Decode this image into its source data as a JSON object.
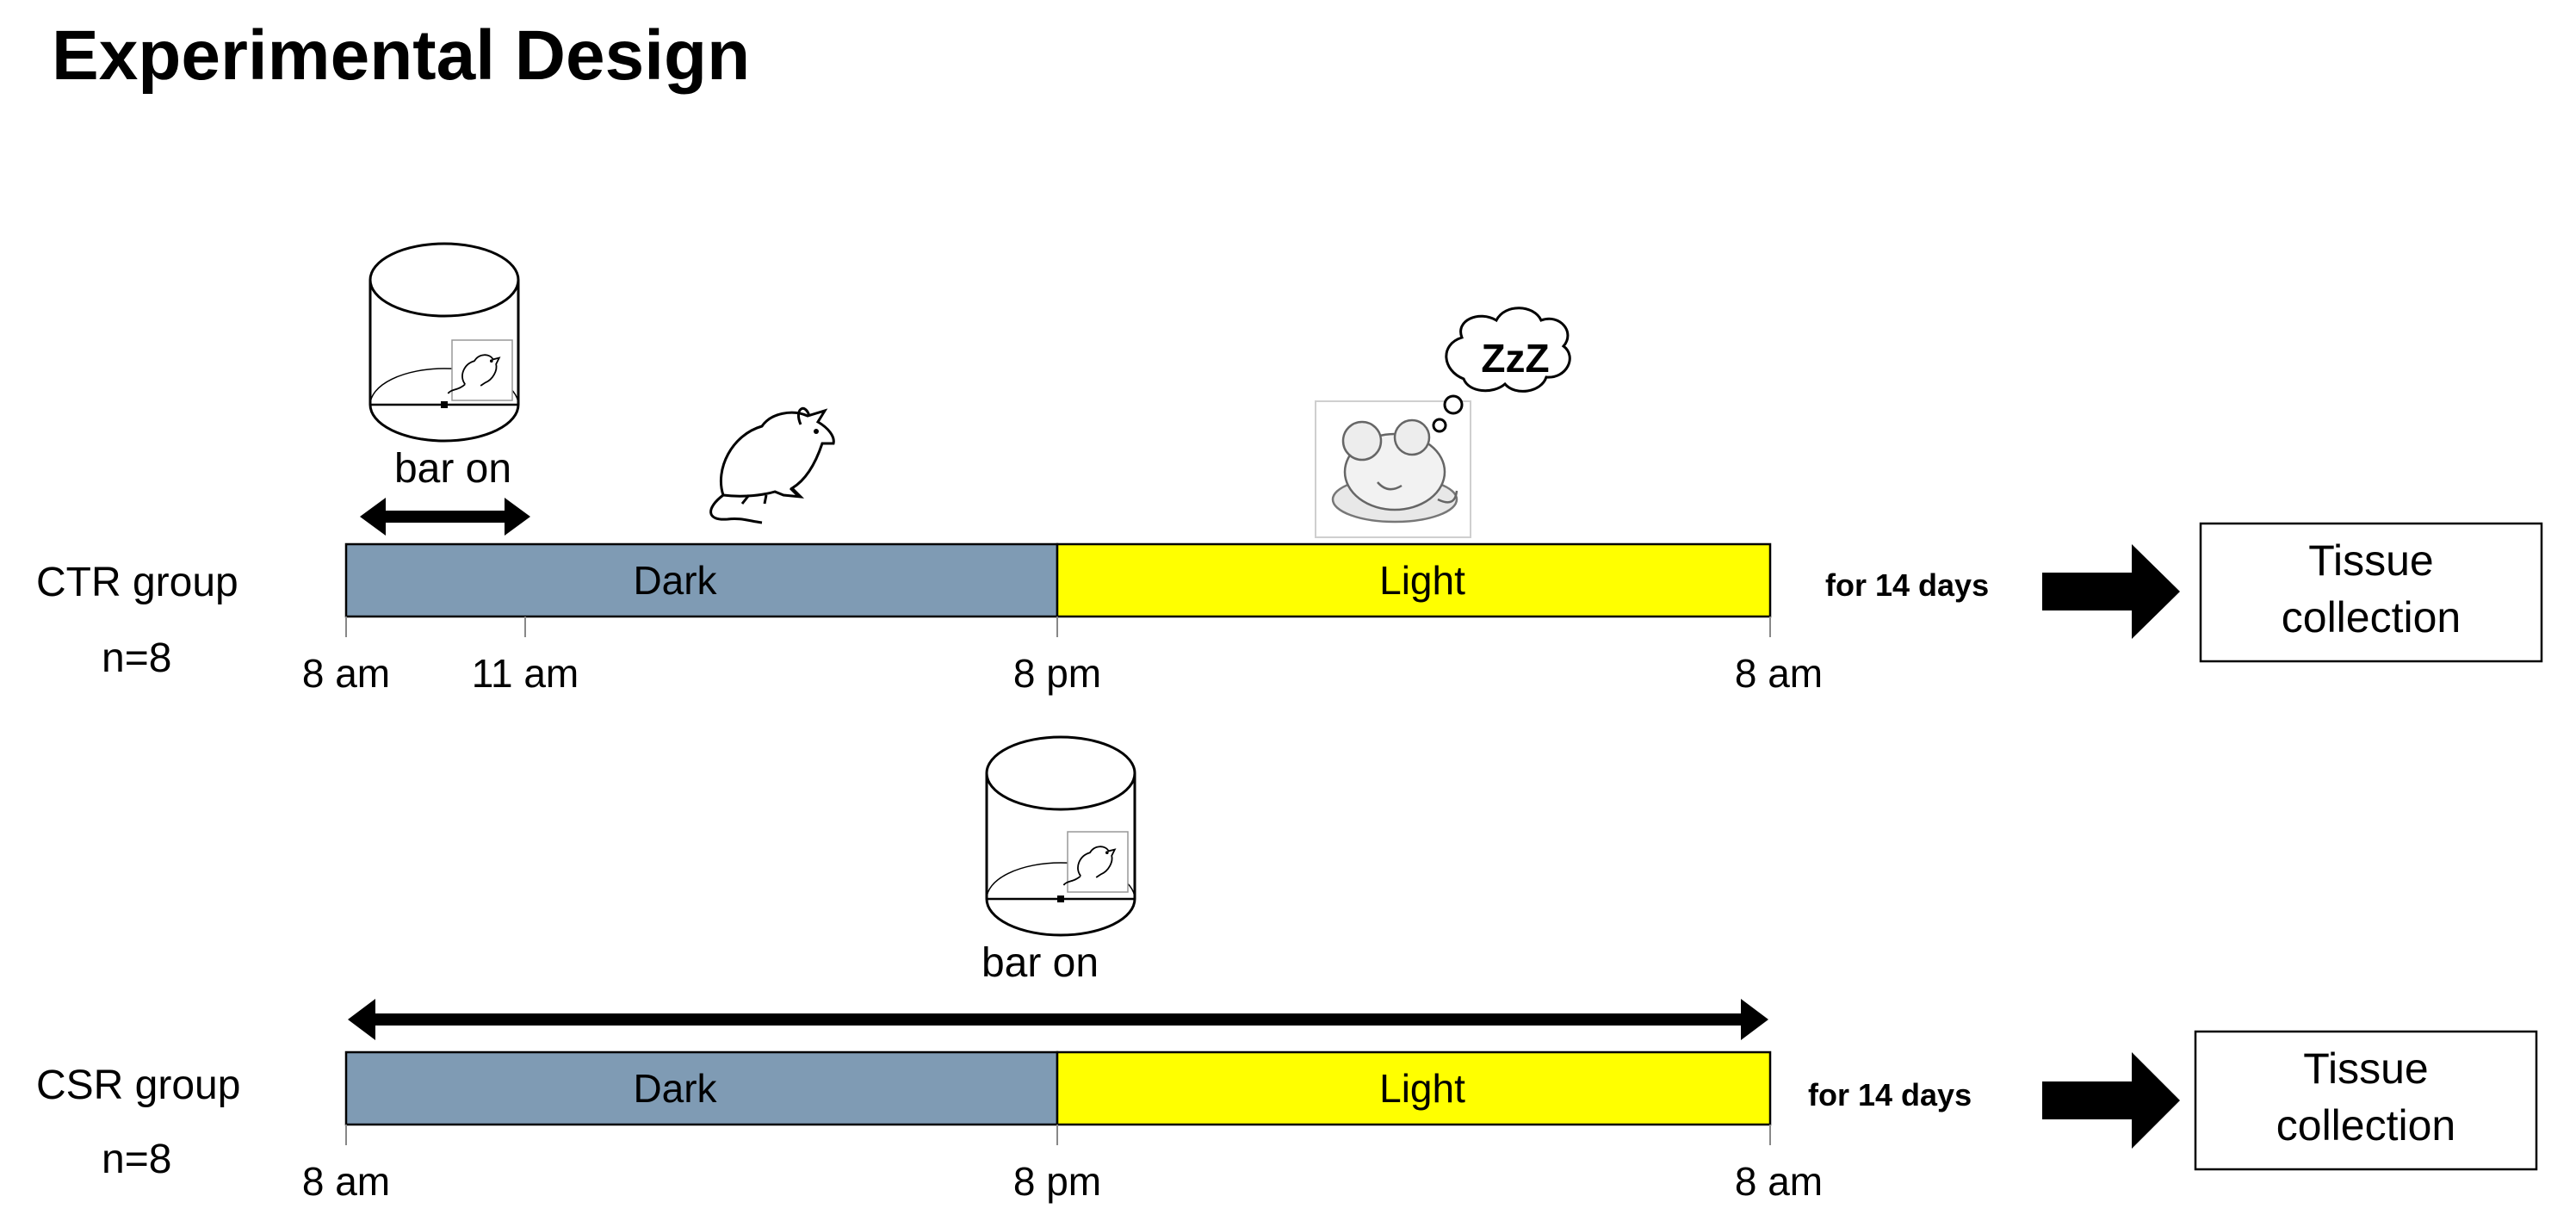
{
  "title": "Experimental Design",
  "colors": {
    "dark": "#7f9bb4",
    "light": "#ffff00",
    "ink": "#000000"
  },
  "icons": [
    "cylinder-cage-icon",
    "rat-icon",
    "sleeping-mouse-icon",
    "thought-bubble-icon",
    "arrow-right-icon",
    "double-arrow-icon"
  ],
  "groups": [
    {
      "name": "CTR group",
      "n": "n=8",
      "dark_label": "Dark",
      "light_label": "Light",
      "bar_on": "bar on",
      "duration": "for 14 days",
      "outcome": [
        "Tissue",
        "collection"
      ],
      "ticks": [
        "8 am",
        "11 am",
        "8 pm",
        "8 am"
      ],
      "sleep_text": "ZzZ"
    },
    {
      "name": "CSR group",
      "n": "n=8",
      "dark_label": "Dark",
      "light_label": "Light",
      "bar_on": "bar on",
      "duration": "for 14 days",
      "outcome": [
        "Tissue",
        "collection"
      ],
      "ticks": [
        "8 am",
        "8 pm",
        "8 am"
      ]
    }
  ]
}
